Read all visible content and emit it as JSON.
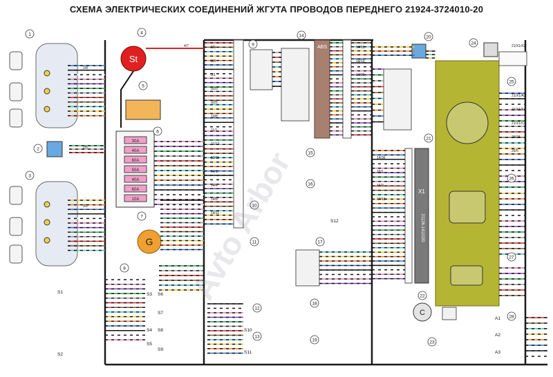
{
  "title": "СХЕМА ЭЛЕКТРИЧЕСКИХ СОЕДИНЕНИЙ ЖГУТА ПРОВОДОВ ПЕРЕДНЕГО 21924-3724010-20",
  "watermark": "Avto Arbor",
  "components": {
    "starter_label": "St",
    "generator_label": "G",
    "abs_label": "ABS",
    "compressor_label": "C",
    "ecu_connector_label": "X1",
    "ecu_part_number": "21126-1411020"
  },
  "fuse_box": {
    "fuses": [
      "30A",
      "40A",
      "60A",
      "50A",
      "40A",
      "60A",
      "10A"
    ]
  },
  "callouts": [
    "1",
    "2",
    "3",
    "4",
    "5",
    "6",
    "7",
    "8",
    "9",
    "10",
    "11",
    "12",
    "13",
    "14",
    "15",
    "16",
    "17",
    "18",
    "19",
    "20",
    "21",
    "22",
    "23",
    "24",
    "25",
    "26",
    "27",
    "28"
  ],
  "splices_left": [
    "S1",
    "S2",
    "S3",
    "S4",
    "S5",
    "S6",
    "S7",
    "S8",
    "S9",
    "S10",
    "S11",
    "S12"
  ],
  "pin_labels": [
    "1/8",
    "2/5",
    "3/2",
    "4/7",
    "5/5",
    "8/6",
    "9/1",
    "9/20",
    "9/25",
    "10/8",
    "11/1",
    "11/12",
    "12/11",
    "14/1",
    "14/4",
    "14/8",
    "14/11",
    "14/15",
    "14/19",
    "14/26",
    "14/36",
    "16/1",
    "16/3",
    "17/18",
    "21/X1/X2",
    "21/X1/A3",
    "21/X1/K4",
    "21/X1/C4",
    "25/18",
    "26/5"
  ],
  "right_labels": [
    "A1",
    "A2",
    "A3"
  ],
  "colors": {
    "frame": "#1a1a1a",
    "ecu_box": "#b5b534",
    "abs_box": "#a88070",
    "bus_gray": "#7a7a7a",
    "callout_blue": "#4a8fd4",
    "starter_red": "#e02020",
    "generator_orange": "#f0a030",
    "fuse_pink": "#f0a0c8",
    "headlight_gray": "#e6ebf3"
  }
}
